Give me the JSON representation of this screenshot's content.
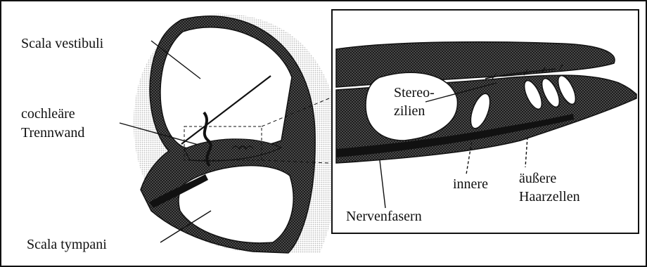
{
  "labels": {
    "scala_vestibuli": "Scala vestibuli",
    "cochlear_partition_1": "cochleäre",
    "cochlear_partition_2": "Trennwand",
    "scala_tympani": "Scala tympani",
    "stereocilia_1": "Stereo-",
    "stereocilia_2": "zilien",
    "inner": "innere",
    "outer": "äußere",
    "hair_cells": "Haarzellen",
    "nerve_fibers": "Nervenfasern"
  },
  "colors": {
    "ink": "#111111",
    "tissue_dark": "#3a3a3a",
    "halo": "#cfcfcf"
  }
}
